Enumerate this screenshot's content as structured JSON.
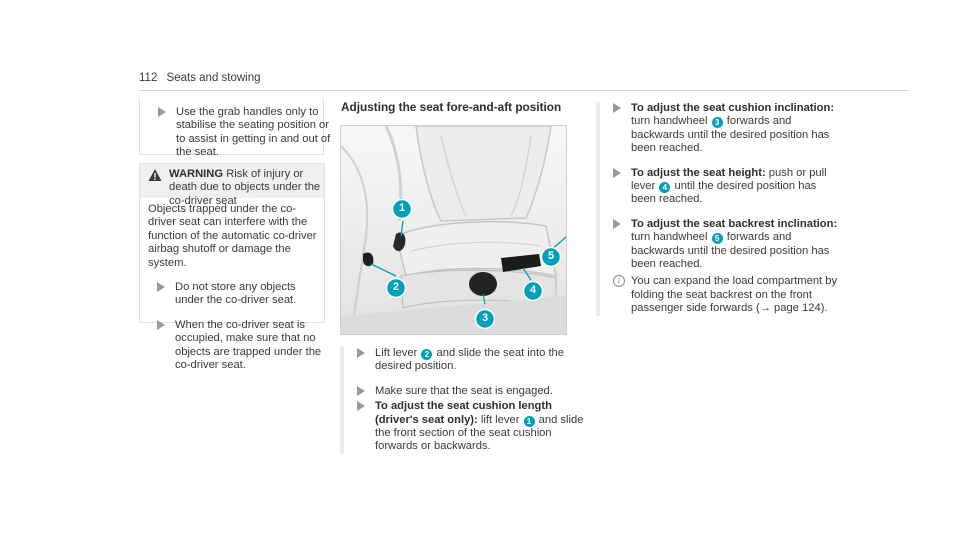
{
  "header": {
    "page_number": "112",
    "section": "Seats and stowing"
  },
  "column1": {
    "intro_step": "Use the grab handles only to stabilise the seating position or to assist in get­ting in and out of the seat.",
    "warning": {
      "label": "WARNING",
      "headline": "Risk of injury or death due to objects under the co-driver seat",
      "body": "Objects trapped under the co-driver seat can interfere with the function of the automatic co-driver airbag shutoff or damage the system.",
      "steps": [
        "Do not store any objects under the co­-driver seat.",
        "When the co-driver seat is occupied, make sure that no objects are trapped under the co-driver seat."
      ]
    }
  },
  "column2": {
    "title": "Adjusting the seat fore-and-aft position",
    "callouts": [
      "1",
      "2",
      "3",
      "4",
      "5"
    ],
    "steps": {
      "s1_a": "Lift lever",
      "s1_num": "2",
      "s1_b": "and slide the seat into the desired position.",
      "s2": "Make sure that the seat is engaged.",
      "s3_bold": "To adjust the seat cushion length (driver's seat only):",
      "s3_a": "lift lever",
      "s3_num": "1",
      "s3_b": "and slide the front sec­tion of the seat cushion forwards or back­wards."
    }
  },
  "column3": {
    "inclination_bold": "To adjust the seat cushion inclination:",
    "inclination_a": "turn handwheel",
    "inclination_num": "3",
    "inclination_b": "forwards and backwards until the desired position has been reached.",
    "height_bold": "To adjust the seat height:",
    "height_a": "push or pull lever",
    "height_num": "4",
    "height_b": "until the desired position has been reached.",
    "backrest_bold": "To adjust the seat backrest inclination:",
    "backrest_a": "turn handwheel",
    "backrest_num": "5",
    "backrest_b": "forwards and backwards until the desired position has been reached.",
    "note_a": "You can expand the load compartment by folding the seat backrest on the front passenger side forwards (",
    "note_arrow": "→",
    "note_page": "page 124",
    "note_b": ")."
  },
  "colors": {
    "accent": "#00a0b8",
    "rule": "#d6d6d6",
    "warning_bg": "#f0f0f0"
  }
}
